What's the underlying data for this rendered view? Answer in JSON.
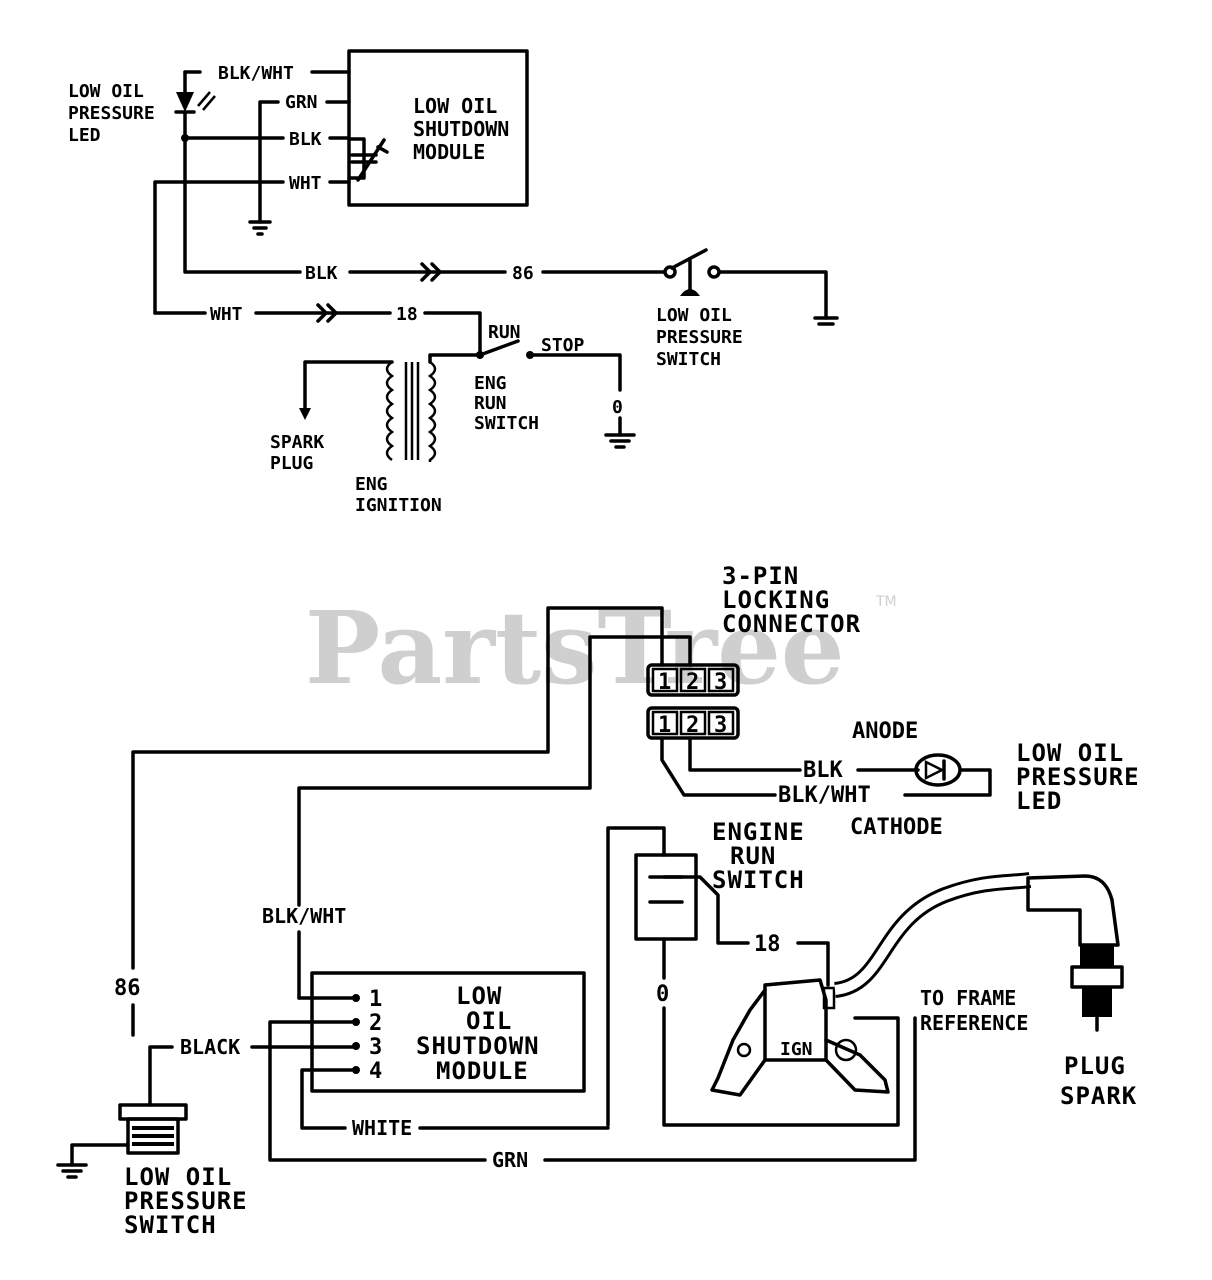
{
  "watermark": {
    "text": "PartsTree",
    "tm": "TM"
  },
  "top": {
    "module_label": [
      "LOW OIL",
      "SHUTDOWN",
      "MODULE"
    ],
    "led_label": [
      "LOW OIL",
      "PRESSURE",
      "LED"
    ],
    "wire_blk_wht": "BLK/WHT",
    "wire_grn": "GRN",
    "wire_blk": "BLK",
    "wire_wht": "WHT",
    "run_blk": "BLK",
    "run_86": "86",
    "run_wht": "WHT",
    "run_18": "18",
    "pressure_switch_label": [
      "LOW OIL",
      "PRESSURE",
      "SWITCH"
    ],
    "run": "RUN",
    "stop": "STOP",
    "zero": "0",
    "eng_run_switch": [
      "ENG",
      "RUN",
      "SWITCH"
    ],
    "spark_plug": [
      "SPARK",
      "PLUG"
    ],
    "eng_ignition": [
      "ENG",
      "IGNITION"
    ]
  },
  "bottom": {
    "connector_label": [
      "3-PIN",
      "LOCKING",
      "CONNECTOR"
    ],
    "pins": [
      "1",
      "2",
      "3"
    ],
    "anode": "ANODE",
    "cathode": "CATHODE",
    "wire_blk": "BLK",
    "wire_blk_wht": "BLK/WHT",
    "led_label": [
      "LOW OIL",
      "PRESSURE",
      "LED"
    ],
    "engine_run_switch": [
      "ENGINE",
      "RUN",
      "SWITCH"
    ],
    "blk_wht_vertical": "BLK/WHT",
    "wire_18": "18",
    "wire_0": "0",
    "wire_86": "86",
    "module_pins": [
      "1",
      "2",
      "3",
      "4"
    ],
    "module_label": [
      "LOW",
      "OIL",
      "SHUTDOWN",
      "MODULE"
    ],
    "black": "BLACK",
    "white": "WHITE",
    "grn": "GRN",
    "ign": "IGN",
    "to_frame": [
      "TO FRAME",
      "REFERENCE"
    ],
    "plug_spark": [
      "PLUG",
      "SPARK"
    ],
    "pressure_switch_label": [
      "LOW OIL",
      "PRESSURE",
      "SWITCH"
    ]
  }
}
